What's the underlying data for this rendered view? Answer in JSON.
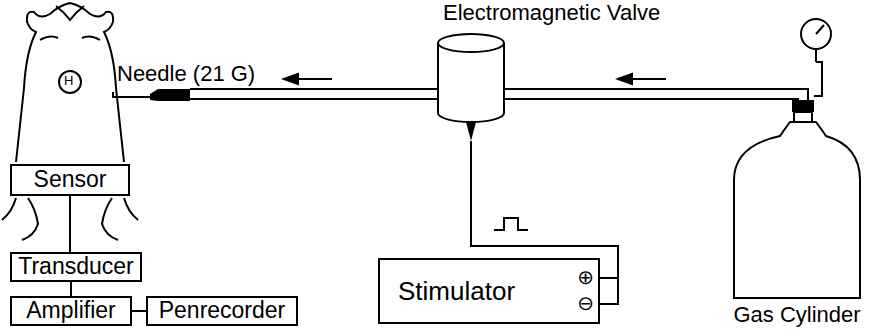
{
  "diagram": {
    "nodes": [
      {
        "text": [
          "Electromagnetic Valve"
        ]
      },
      {
        "text": [
          "Sensor"
        ]
      },
      {
        "text": [
          "Transducer"
        ]
      },
      {
        "text": [
          "Amplifier"
        ]
      },
      {
        "text": [
          "Penrecorder"
        ]
      },
      {
        "text": [
          "Stimulator",
          "⊕",
          "⊖"
        ]
      },
      {
        "text": [
          "Gas Cylinder"
        ]
      }
    ],
    "edges": [
      {
        "from": 6,
        "to": 0,
        "arrow": "none"
      },
      {
        "from": 1,
        "to": 2,
        "arrow": "none"
      },
      {
        "from": 2,
        "to": 3,
        "arrow": "none"
      },
      {
        "from": 3,
        "to": 4,
        "arrow": "none"
      },
      {
        "from": 5,
        "to": 0,
        "arrow": "none"
      }
    ],
    "labels": [
      "Needle (21 G)",
      "H"
    ]
  }
}
